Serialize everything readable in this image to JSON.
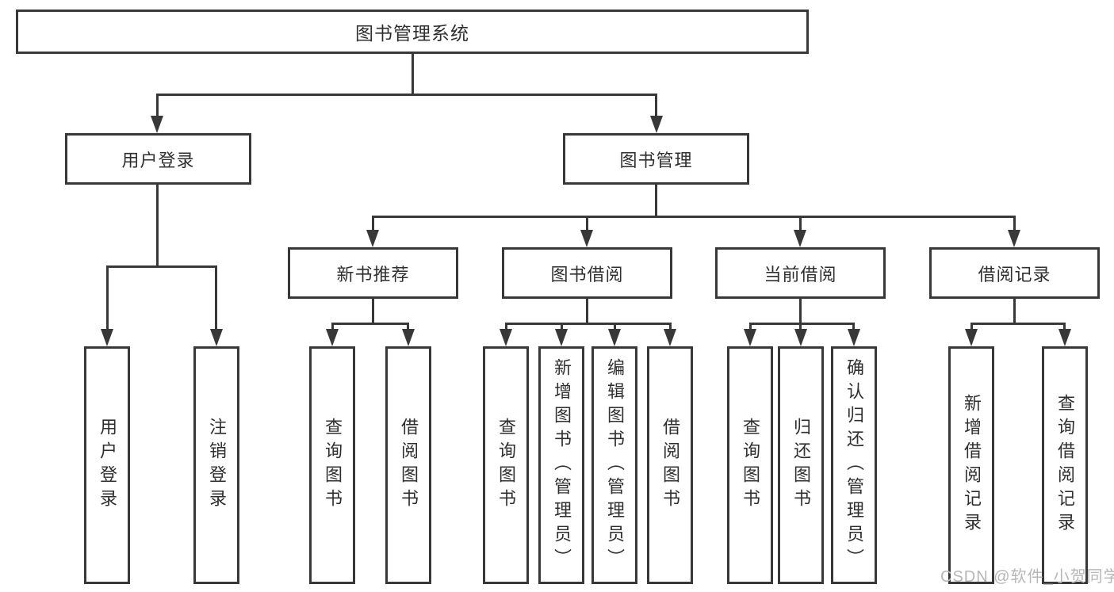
{
  "diagram": {
    "root": "图书管理系统",
    "branches": [
      {
        "label": "用户登录",
        "leaves": [
          "用户登录",
          "注销登录"
        ]
      },
      {
        "label": "图书管理",
        "groups": [
          {
            "label": "新书推荐",
            "leaves": [
              "查询图书",
              "借阅图书"
            ]
          },
          {
            "label": "图书借阅",
            "leaves": [
              "查询图书",
              "新增图书（管理员）",
              "编辑图书（管理员）",
              "借阅图书"
            ]
          },
          {
            "label": "当前借阅",
            "leaves": [
              "查询图书",
              "归还图书",
              "确认归还（管理员）"
            ]
          },
          {
            "label": "借阅记录",
            "leaves": [
              "新增借阅记录",
              "查询借阅记录"
            ]
          }
        ]
      }
    ]
  },
  "watermark": "CSDN @软件_小贺同学",
  "colors": {
    "line": "#383838",
    "text": "#2f2f2f",
    "watermark": "#b7b7b7",
    "background": "#ffffff"
  }
}
